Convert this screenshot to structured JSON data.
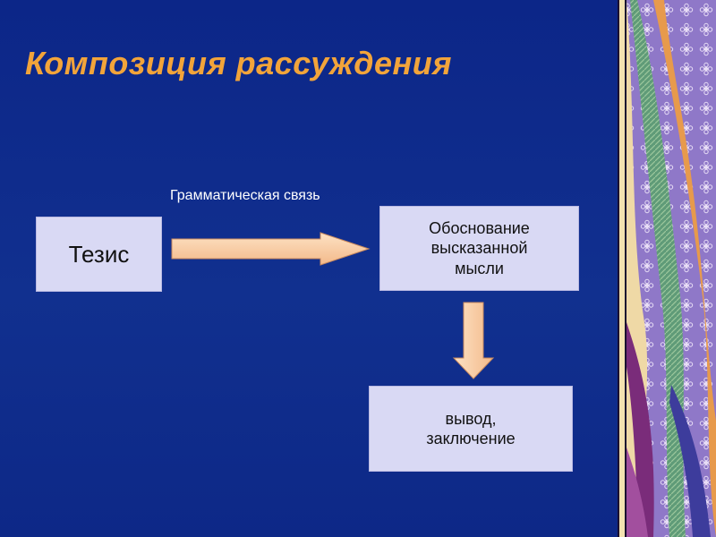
{
  "slide": {
    "title": "Композиция рассуждения",
    "connector_label": "Грамматическая связь",
    "boxes": {
      "thesis": "Тезис",
      "reasoning": "Обоснование\nвысказанной\nмысли",
      "conclusion": "вывод,\nзаключение"
    }
  },
  "colors": {
    "background": "#0e2a8a",
    "title": "#f2a43a",
    "box_fill": "#d9d9f4",
    "arrow_fill": "#f7c99a"
  }
}
